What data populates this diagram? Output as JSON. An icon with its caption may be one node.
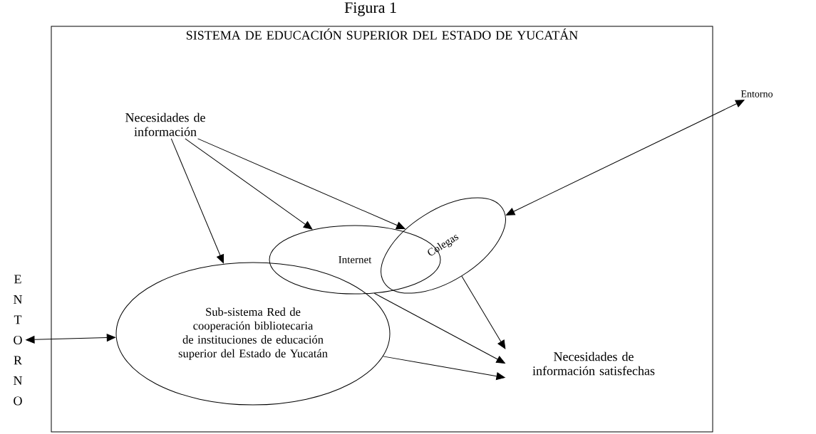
{
  "diagram": {
    "title": "Figura 1",
    "nodes": [
      {
        "text": [
          "SISTEMA DE EDUCACIÓN SUPERIOR DEL ESTADO DE YUCATÁN"
        ]
      },
      {
        "text": [
          "Necesidades de información"
        ],
        "in": 0
      },
      {
        "text": [
          "Internet"
        ],
        "in": 0
      },
      {
        "text": [
          "Colegas"
        ],
        "in": 0
      },
      {
        "text": [
          "Sub-sistema Red de cooperación bibliotecaria de instituciones de educación superior del Estado de Yucatán"
        ],
        "in": 0
      },
      {
        "text": [
          "Necesidades de información satisfechas"
        ],
        "in": 0
      },
      {
        "text": [
          "Entorno"
        ]
      },
      {
        "text": [
          "E N T O R N O"
        ]
      }
    ],
    "edges": [
      {
        "from": 1,
        "to": 4,
        "arrow": "to"
      },
      {
        "from": 1,
        "to": 2,
        "arrow": "to"
      },
      {
        "from": 1,
        "to": 3,
        "arrow": "to"
      },
      {
        "from": 3,
        "to": 6,
        "arrow": "both"
      },
      {
        "from": 7,
        "to": 4,
        "arrow": "both"
      },
      {
        "from": 2,
        "to": 5,
        "arrow": "to"
      },
      {
        "from": 3,
        "to": 5,
        "arrow": "to"
      },
      {
        "from": 4,
        "to": 5,
        "arrow": "to"
      }
    ]
  }
}
